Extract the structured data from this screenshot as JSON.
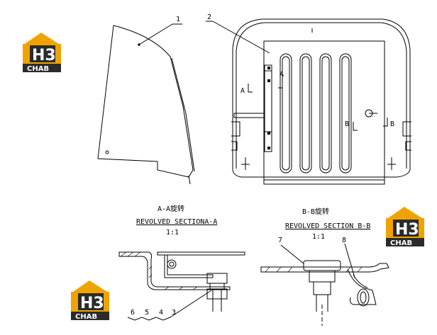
{
  "callouts": {
    "c1": "1",
    "c2": "2",
    "c3": "3",
    "c4": "4",
    "c5": "5",
    "c6": "6",
    "c7": "7",
    "c8": "8"
  },
  "markers": {
    "a_left": "A",
    "a_right": "A",
    "b_left": "B",
    "b_right": "B"
  },
  "section_a": {
    "title": "A-A旋转",
    "subtitle": "REVOLVED SECTIONA-A",
    "scale": "1:1"
  },
  "section_b": {
    "title": "B-B旋转",
    "subtitle": "REVOLVED SECTION B-B",
    "scale": "1:1"
  },
  "logo": {
    "mark": "H3",
    "text": "CHAB",
    "brand_orange": "#f0a300",
    "brand_dark": "#2b2b2b"
  }
}
